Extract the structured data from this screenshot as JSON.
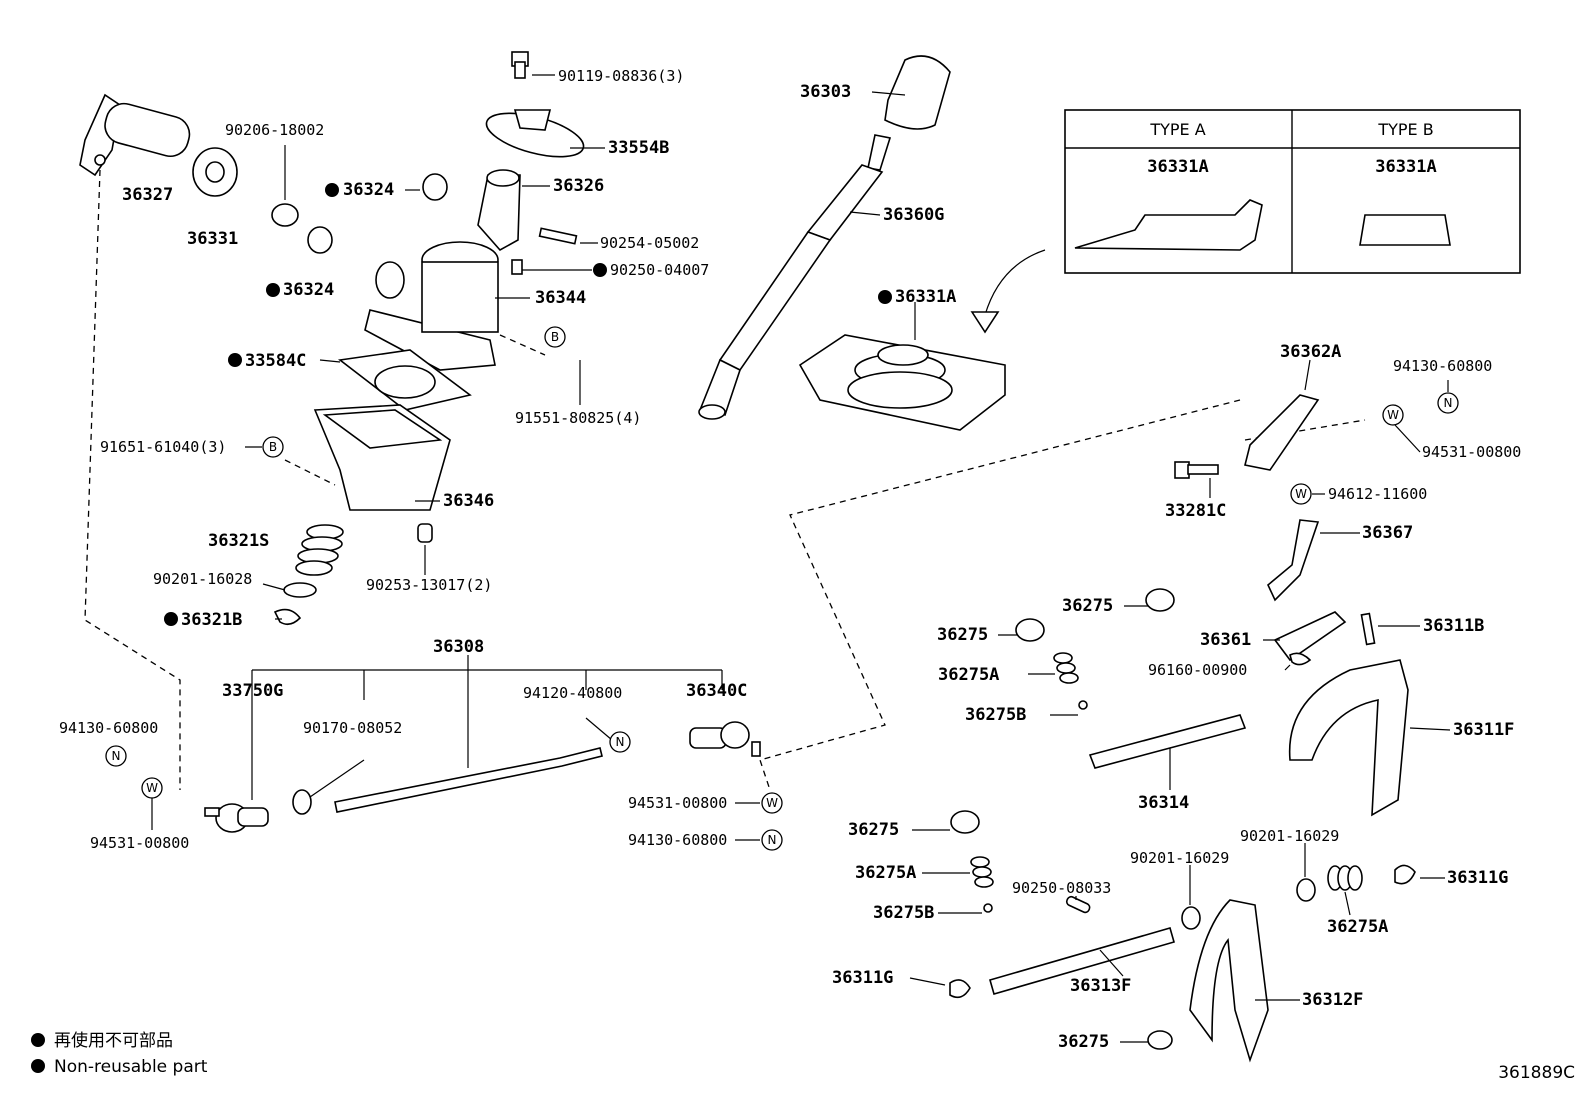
{
  "diagram": {
    "code": "361889C",
    "legend": {
      "jp": "再使用不可部品",
      "en": "Non-reusable part"
    },
    "symbols": {
      "B": "B",
      "N": "N",
      "W": "W"
    },
    "type_table": {
      "type_a": "TYPE A",
      "type_b": "TYPE B",
      "part_a": "36331A",
      "part_b": "36331A"
    },
    "labels": [
      "90119-08836(3)",
      "36303",
      "33554B",
      "36327",
      "90206-18002",
      "36324",
      "36326",
      "36360G",
      "36331",
      "90254-05002",
      "36324",
      "90250-04007",
      "36344",
      "36331A",
      "33584C",
      "91551-80825(4)",
      "36362A",
      "94130-60800",
      "91651-61040(3)",
      "94531-00800",
      "36346",
      "94612-11600",
      "33281C",
      "36321S",
      "36367",
      "90201-16028",
      "90253-13017(2)",
      "36275",
      "36321B",
      "36275",
      "36361",
      "36311B",
      "36308",
      "96160-00900",
      "36275A",
      "33750G",
      "36340C",
      "94120-40800",
      "36275B",
      "36311F",
      "94130-60800",
      "90170-08052",
      "36314",
      "94531-00800",
      "94531-00800",
      "36275",
      "94130-60800",
      "90201-16029",
      "90201-16029",
      "36275A",
      "90250-08033",
      "36311G",
      "36275B",
      "36275A",
      "36311G",
      "36313F",
      "36312F",
      "36275"
    ]
  }
}
